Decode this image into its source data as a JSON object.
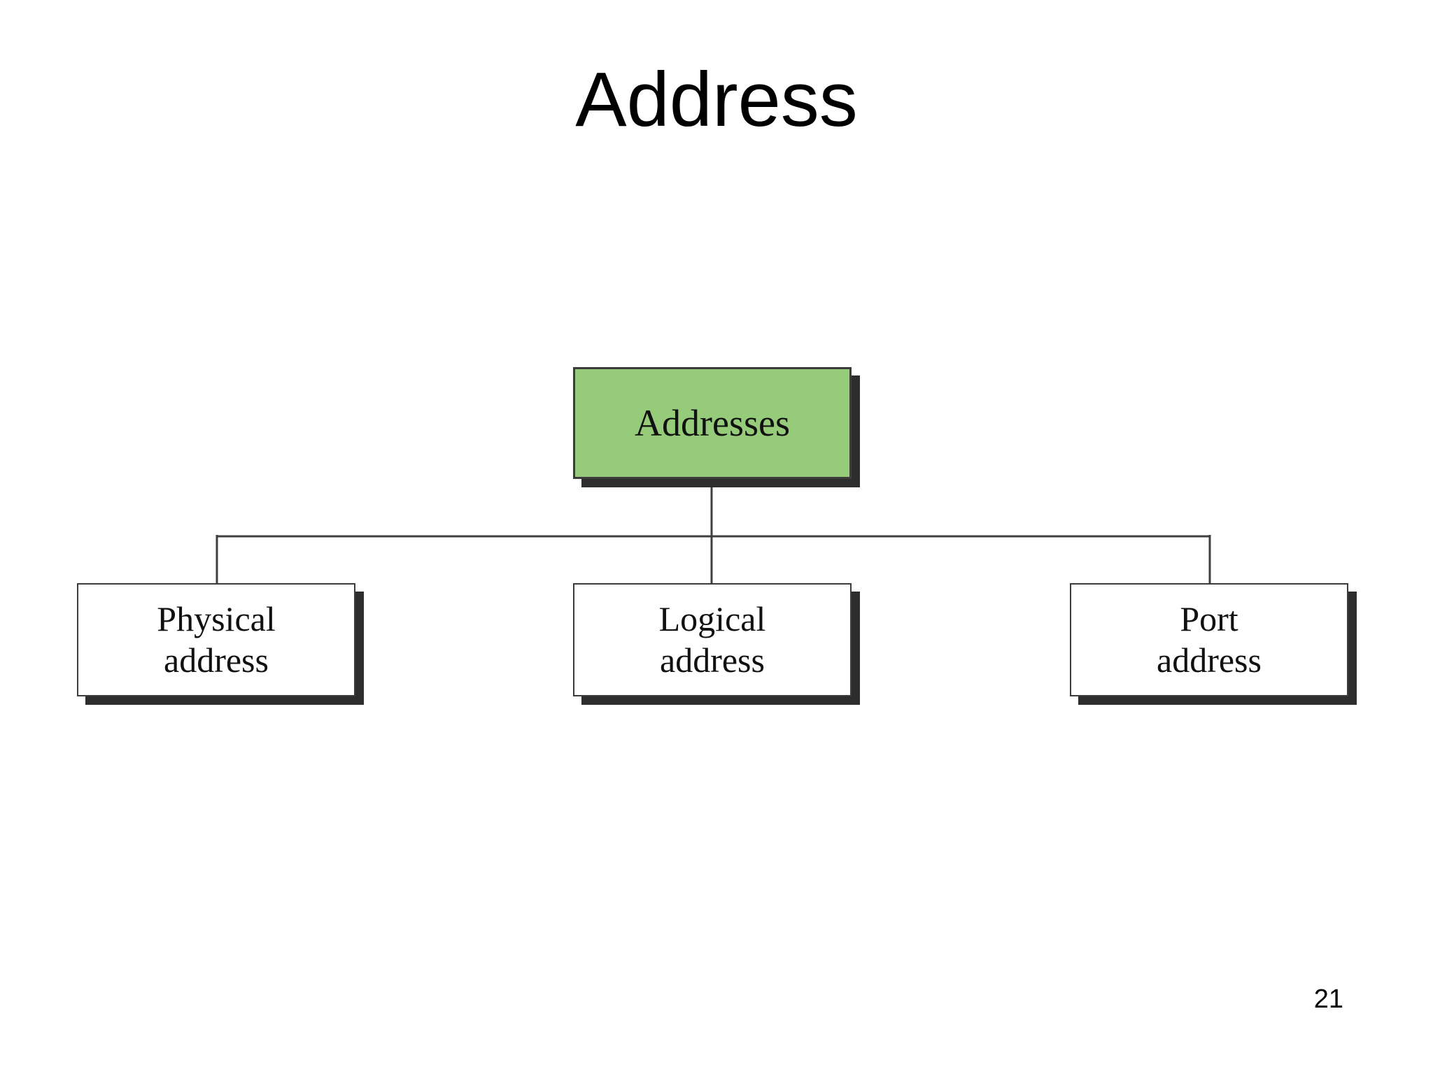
{
  "slide": {
    "title": "Address",
    "page_number": "21"
  },
  "diagram": {
    "root": {
      "label": "Addresses"
    },
    "children": [
      {
        "label": "Physical address",
        "lines": [
          "Physical",
          "address"
        ]
      },
      {
        "label": "Logical address",
        "lines": [
          "Logical",
          "address"
        ]
      },
      {
        "label": "Port address",
        "lines": [
          "Port",
          "address"
        ]
      }
    ]
  },
  "colors": {
    "root_fill": "#96cb7a",
    "box_fill": "#ffffff",
    "box_border": "#3c3c3c",
    "box_shadow": "#2d2d2d",
    "connector": "#3f3f3f",
    "text": "#111111"
  }
}
